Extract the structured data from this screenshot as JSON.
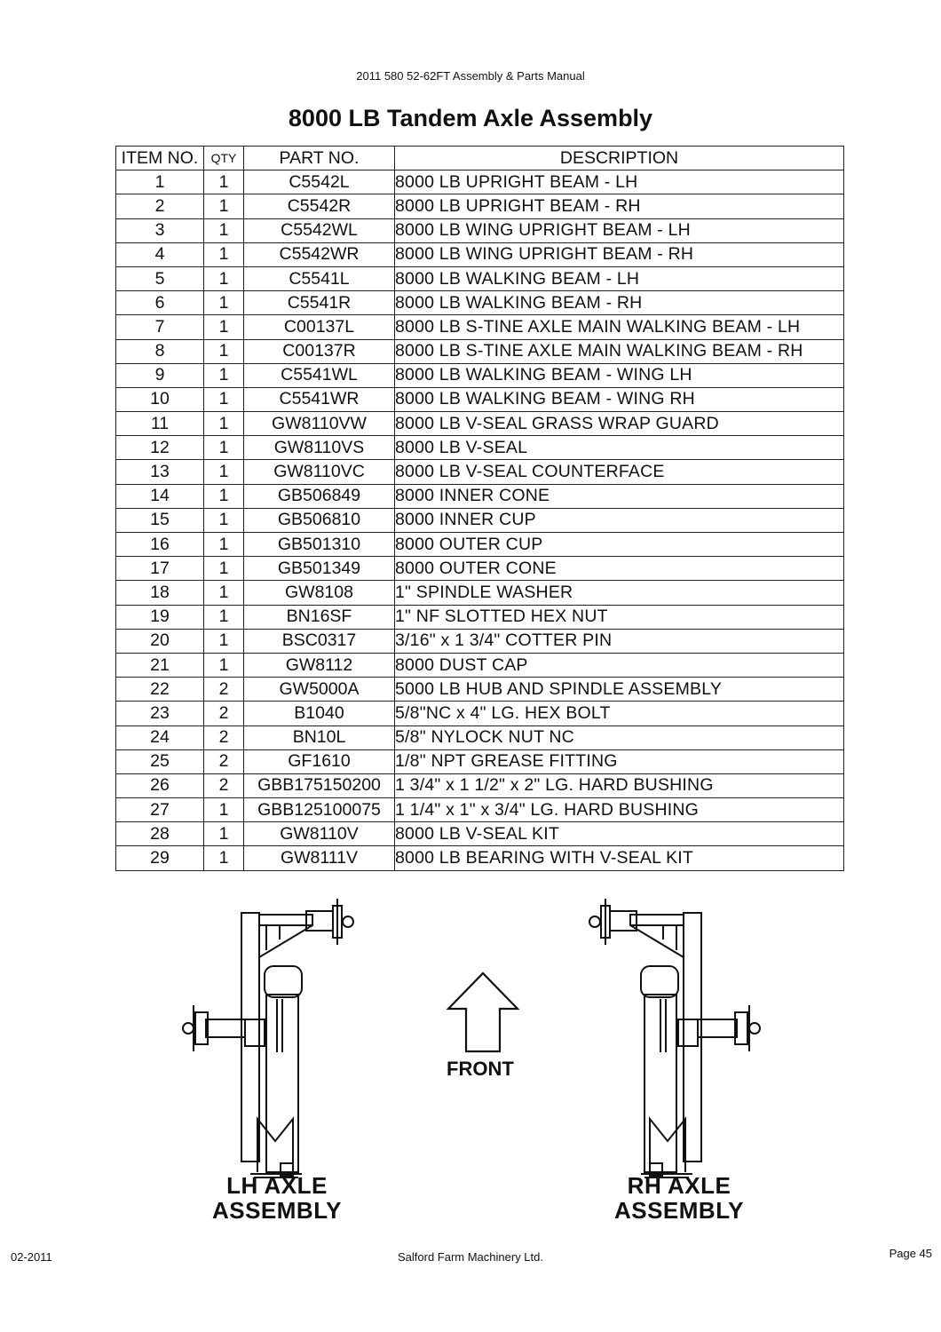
{
  "header": {
    "manual_title": "2011 580 52-62FT Assembly & Parts Manual"
  },
  "page": {
    "title": "8000 LB Tandem Axle Assembly"
  },
  "table": {
    "columns": [
      "ITEM NO.",
      "QTY",
      "PART NO.",
      "DESCRIPTION"
    ],
    "rows": [
      [
        "1",
        "1",
        "C5542L",
        "8000 LB UPRIGHT BEAM - LH"
      ],
      [
        "2",
        "1",
        "C5542R",
        "8000 LB UPRIGHT BEAM - RH"
      ],
      [
        "3",
        "1",
        "C5542WL",
        "8000 LB WING UPRIGHT BEAM - LH"
      ],
      [
        "4",
        "1",
        "C5542WR",
        "8000 LB WING UPRIGHT BEAM - RH"
      ],
      [
        "5",
        "1",
        "C5541L",
        "8000 LB WALKING BEAM - LH"
      ],
      [
        "6",
        "1",
        "C5541R",
        "8000 LB WALKING BEAM - RH"
      ],
      [
        "7",
        "1",
        "C00137L",
        "8000 LB S-TINE AXLE MAIN WALKING BEAM - LH"
      ],
      [
        "8",
        "1",
        "C00137R",
        "8000 LB S-TINE AXLE MAIN WALKING BEAM - RH"
      ],
      [
        "9",
        "1",
        "C5541WL",
        "8000 LB WALKING BEAM - WING LH"
      ],
      [
        "10",
        "1",
        "C5541WR",
        "8000 LB WALKING BEAM - WING RH"
      ],
      [
        "11",
        "1",
        "GW8110VW",
        "8000 LB V-SEAL GRASS WRAP GUARD"
      ],
      [
        "12",
        "1",
        "GW8110VS",
        "8000 LB V-SEAL"
      ],
      [
        "13",
        "1",
        "GW8110VC",
        "8000 LB V-SEAL COUNTERFACE"
      ],
      [
        "14",
        "1",
        "GB506849",
        "8000 INNER CONE"
      ],
      [
        "15",
        "1",
        "GB506810",
        "8000 INNER CUP"
      ],
      [
        "16",
        "1",
        "GB501310",
        "8000 OUTER CUP"
      ],
      [
        "17",
        "1",
        "GB501349",
        "8000 OUTER CONE"
      ],
      [
        "18",
        "1",
        "GW8108",
        "1\" SPINDLE WASHER"
      ],
      [
        "19",
        "1",
        "BN16SF",
        "1\" NF SLOTTED HEX NUT"
      ],
      [
        "20",
        "1",
        "BSC0317",
        "3/16\" x 1 3/4\" COTTER PIN"
      ],
      [
        "21",
        "1",
        "GW8112",
        "8000 DUST CAP"
      ],
      [
        "22",
        "2",
        "GW5000A",
        "5000 LB HUB AND SPINDLE ASSEMBLY"
      ],
      [
        "23",
        "2",
        "B1040",
        "5/8\"NC x 4\" LG. HEX BOLT"
      ],
      [
        "24",
        "2",
        "BN10L",
        "5/8\" NYLOCK NUT NC"
      ],
      [
        "25",
        "2",
        "GF1610",
        "1/8\" NPT GREASE FITTING"
      ],
      [
        "26",
        "2",
        "GBB175150200",
        "1 3/4\" x 1 1/2\" x 2\" LG. HARD BUSHING"
      ],
      [
        "27",
        "1",
        "GBB125100075",
        "1 1/4\" x 1\" x 3/4\" LG. HARD BUSHING"
      ],
      [
        "28",
        "1",
        "GW8110V",
        "8000 LB V-SEAL KIT"
      ],
      [
        "29",
        "1",
        "GW8111V",
        "8000 LB BEARING WITH V-SEAL KIT"
      ]
    ]
  },
  "figure": {
    "lh_label": [
      "LH AXLE",
      "ASSEMBLY"
    ],
    "rh_label": [
      "RH AXLE",
      "ASSEMBLY"
    ],
    "front_label": "FRONT"
  },
  "footer": {
    "date": "02-2011",
    "company": "Salford Farm Machinery Ltd.",
    "page": "Page 45"
  }
}
